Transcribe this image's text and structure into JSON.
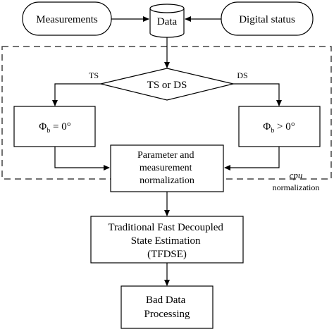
{
  "nodes": {
    "measurements": "Measurements",
    "data": "Data",
    "digital_status": "Digital status",
    "decision": "TS or DS",
    "phi_left": {
      "symbol": "Φ",
      "sub": "b",
      "rest": " = 0°"
    },
    "phi_right": {
      "symbol": "Φ",
      "sub": "b",
      "rest": " > 0°"
    },
    "normalization_box": [
      "Parameter and",
      "measurement",
      "normalization"
    ],
    "tfdse": [
      "Traditional Fast Decoupled",
      "State Estimation",
      "(TFDSE)"
    ],
    "bad_data": [
      "Bad Data",
      "Processing"
    ]
  },
  "edge_labels": {
    "ts": "TS",
    "ds": "DS"
  },
  "region_label": {
    "line1": "cpu",
    "line2": "normalization"
  }
}
